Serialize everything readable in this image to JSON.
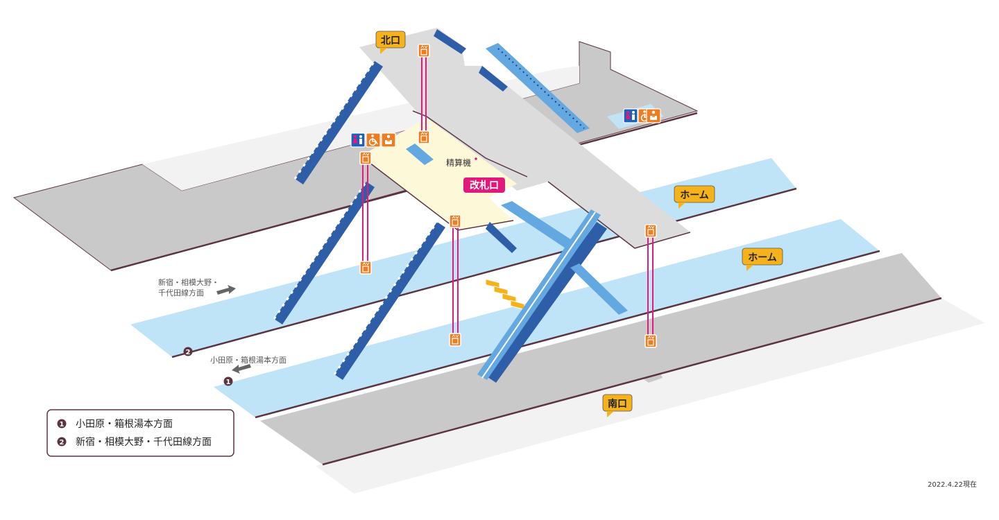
{
  "labels": {
    "north_exit": "北口",
    "south_exit": "南口",
    "platform_1": "ホーム",
    "platform_2": "ホーム",
    "ticket_gate": "改札口",
    "fare_adjustment": "精算機",
    "direction_1_label": "小田原・箱根湯本方面",
    "direction_2_line1": "新宿・相模大野・",
    "direction_2_line2": "千代田線方面"
  },
  "legend": {
    "items": [
      {
        "marker": "1",
        "text": "小田原・箱根湯本方面"
      },
      {
        "marker": "2",
        "text": "新宿・相模大野・千代田線方面"
      }
    ]
  },
  "footer": {
    "date": "2022.4.22現在"
  },
  "colors": {
    "platform": "#bfe3f7",
    "ground": "#cfcfcf",
    "concourse": "#dedede",
    "gate_area": "#fdf8d8",
    "stairs": "#2e5ea8",
    "escalator": "#63a8e0",
    "elevator_line": "#e5197a",
    "callout": "#f5b21a",
    "gate_badge": "#e0197a",
    "edge": "#5b3440"
  },
  "icons": [
    "elevator-icon",
    "restroom-icon",
    "wheelchair-icon",
    "ostomate-icon"
  ]
}
